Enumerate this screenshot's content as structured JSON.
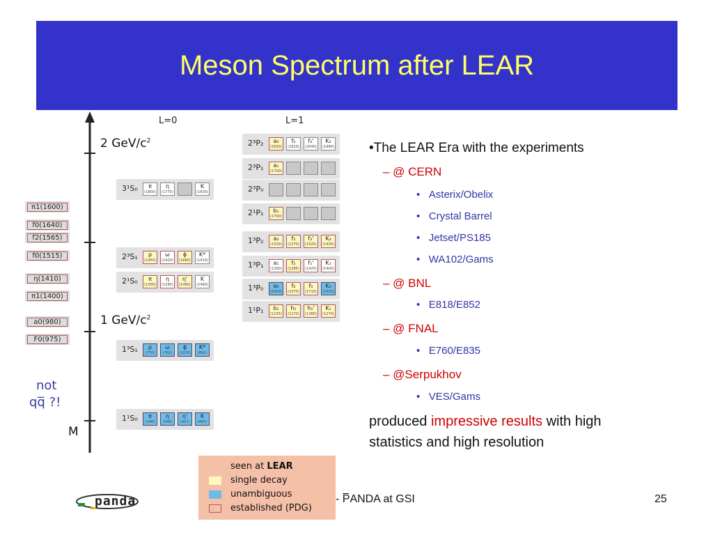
{
  "slide": {
    "title": "Meson Spectrum after LEAR",
    "page_number": "25",
    "footer": "-  P̅ANDA at GSI",
    "logo_text": "panda"
  },
  "diagram": {
    "col_L0": "L=0",
    "col_L1": "L=1",
    "scale_2gev": "2 GeV/c",
    "scale_1gev": "1 GeV/c",
    "scale_sup": "2",
    "axis_label": "M",
    "not_qq_line1": "not",
    "not_qq_line2": "qq̅ ?!",
    "left_list": [
      {
        "text": "π1(1600)",
        "style": "white"
      },
      {
        "text": "f0(1640)",
        "style": "white"
      },
      {
        "text": "f2(1565)",
        "style": "white"
      },
      {
        "text": "f0(1515)",
        "style": "white"
      },
      {
        "text": "η(1410)",
        "style": "white"
      },
      {
        "text": "π1(1400)",
        "style": "white"
      },
      {
        "text": "a0(980)",
        "style": "white"
      },
      {
        "text": "F0(975)",
        "style": "white"
      }
    ],
    "L0_panels": [
      {
        "label": "3¹S₀",
        "cells": [
          {
            "n": "π",
            "m": "(1800)",
            "s": "white-g"
          },
          {
            "n": "η",
            "m": "(1775)",
            "s": "white-g"
          },
          {
            "n": "",
            "m": "",
            "s": "gray"
          },
          {
            "n": "K",
            "m": "(1830)",
            "s": "white-g"
          }
        ]
      },
      {
        "label": "2³S₁",
        "cells": [
          {
            "n": "ρ",
            "m": "(1450)",
            "s": "yellow"
          },
          {
            "n": "ω",
            "m": "(1420)",
            "s": "white"
          },
          {
            "n": "ϕ",
            "m": "(1680)",
            "s": "yellow"
          },
          {
            "n": "K*",
            "m": "(1410)",
            "s": "white-g"
          }
        ]
      },
      {
        "label": "2¹S₀",
        "cells": [
          {
            "n": "π",
            "m": "(1300)",
            "s": "yellow"
          },
          {
            "n": "η",
            "m": "(1295)",
            "s": "white"
          },
          {
            "n": "η'",
            "m": "(1490)",
            "s": "yellow"
          },
          {
            "n": "K",
            "m": "(1460)",
            "s": "white-g"
          }
        ]
      },
      {
        "label": "1³S₁",
        "cells": [
          {
            "n": "ρ",
            "m": "(770)",
            "s": "blue"
          },
          {
            "n": "ω",
            "m": "(782)",
            "s": "blue"
          },
          {
            "n": "ϕ",
            "m": "(1020)",
            "s": "blue"
          },
          {
            "n": "K*",
            "m": "(892)",
            "s": "blue"
          }
        ]
      },
      {
        "label": "1¹S₀",
        "cells": [
          {
            "n": "π",
            "m": "(140)",
            "s": "blue"
          },
          {
            "n": "η",
            "m": "(548)",
            "s": "blue"
          },
          {
            "n": "η'",
            "m": "(957)",
            "s": "blue"
          },
          {
            "n": "K",
            "m": "(495)",
            "s": "blue"
          }
        ]
      }
    ],
    "L1_panels": [
      {
        "label": "2³P₂",
        "cells": [
          {
            "n": "a₂",
            "m": "(1650)",
            "s": "yellow"
          },
          {
            "n": "f₂",
            "m": "(1810)",
            "s": "white-g"
          },
          {
            "n": "f₂'",
            "m": "(2040)",
            "s": "white-g"
          },
          {
            "n": "K₂",
            "m": "(1980)",
            "s": "white-g"
          }
        ]
      },
      {
        "label": "2³P₁",
        "cells": [
          {
            "n": "a₁",
            "m": "(1700)",
            "s": "yellow"
          },
          {
            "n": "",
            "m": "",
            "s": "gray"
          },
          {
            "n": "",
            "m": "",
            "s": "gray"
          },
          {
            "n": "",
            "m": "",
            "s": "gray"
          }
        ]
      },
      {
        "label": "2³P₀",
        "cells": [
          {
            "n": "",
            "m": "",
            "s": "gray"
          },
          {
            "n": "",
            "m": "",
            "s": "gray"
          },
          {
            "n": "",
            "m": "",
            "s": "gray"
          },
          {
            "n": "",
            "m": "",
            "s": "gray"
          }
        ]
      },
      {
        "label": "2¹P₁",
        "cells": [
          {
            "n": "b₁",
            "m": "(1700)",
            "s": "yellow"
          },
          {
            "n": "",
            "m": "",
            "s": "gray"
          },
          {
            "n": "",
            "m": "",
            "s": "gray"
          },
          {
            "n": "",
            "m": "",
            "s": "gray"
          }
        ]
      },
      {
        "label": "1³P₂",
        "cells": [
          {
            "n": "a₂",
            "m": "(1320)",
            "s": "yellow"
          },
          {
            "n": "f₂",
            "m": "(1270)",
            "s": "yellow"
          },
          {
            "n": "f₂'",
            "m": "(1525)",
            "s": "yellow"
          },
          {
            "n": "K₂",
            "m": "(1430)",
            "s": "yellow"
          }
        ]
      },
      {
        "label": "1³P₁",
        "cells": [
          {
            "n": "a₁",
            "m": "(1260)",
            "s": "white"
          },
          {
            "n": "f₁",
            "m": "(1285)",
            "s": "yellow"
          },
          {
            "n": "f₁'",
            "m": "(1420)",
            "s": "white"
          },
          {
            "n": "K₁",
            "m": "(1400)",
            "s": "white"
          }
        ]
      },
      {
        "label": "1³P₀",
        "cells": [
          {
            "n": "a₀",
            "m": "(1450)",
            "s": "blue"
          },
          {
            "n": "f₀",
            "m": "(1370)",
            "s": "yellow"
          },
          {
            "n": "f₀",
            "m": "(1710)",
            "s": "yellow"
          },
          {
            "n": "K₀",
            "m": "(1430)",
            "s": "blue"
          }
        ]
      },
      {
        "label": "1¹P₁",
        "cells": [
          {
            "n": "b₁",
            "m": "(1235)",
            "s": "yellow"
          },
          {
            "n": "h₁",
            "m": "(1170)",
            "s": "yellow"
          },
          {
            "n": "h₁'",
            "m": "(1380)",
            "s": "yellow"
          },
          {
            "n": "K₁",
            "m": "(1270)",
            "s": "yellow"
          }
        ]
      }
    ],
    "legend": {
      "title_prefix": "seen at ",
      "title_bold": "LEAR",
      "single": "single decay",
      "unambiguous": "unambiguous",
      "established": "established (PDG)"
    },
    "colors": {
      "single": "#fff7c0",
      "unambiguous": "#6fbbe8",
      "established": "#b3565a"
    }
  },
  "bullets": {
    "intro": "•The LEAR Era with the experiments",
    "groups": [
      {
        "lab": "–  @ CERN",
        "items": [
          "Asterix/Obelix",
          "Crystal Barrel",
          "Jetset/PS185",
          "WA102/Gams"
        ]
      },
      {
        "lab": "–  @ BNL",
        "items": [
          "E818/E852"
        ]
      },
      {
        "lab": "–  @ FNAL",
        "items": [
          "E760/E835"
        ]
      },
      {
        "lab": "–  @Serpukhov",
        "items": [
          "VES/Gams"
        ]
      }
    ],
    "conclusion_pre": "produced ",
    "conclusion_red": "impressive results",
    "conclusion_post": " with high",
    "conclusion_line2": "statistics and high resolution"
  }
}
